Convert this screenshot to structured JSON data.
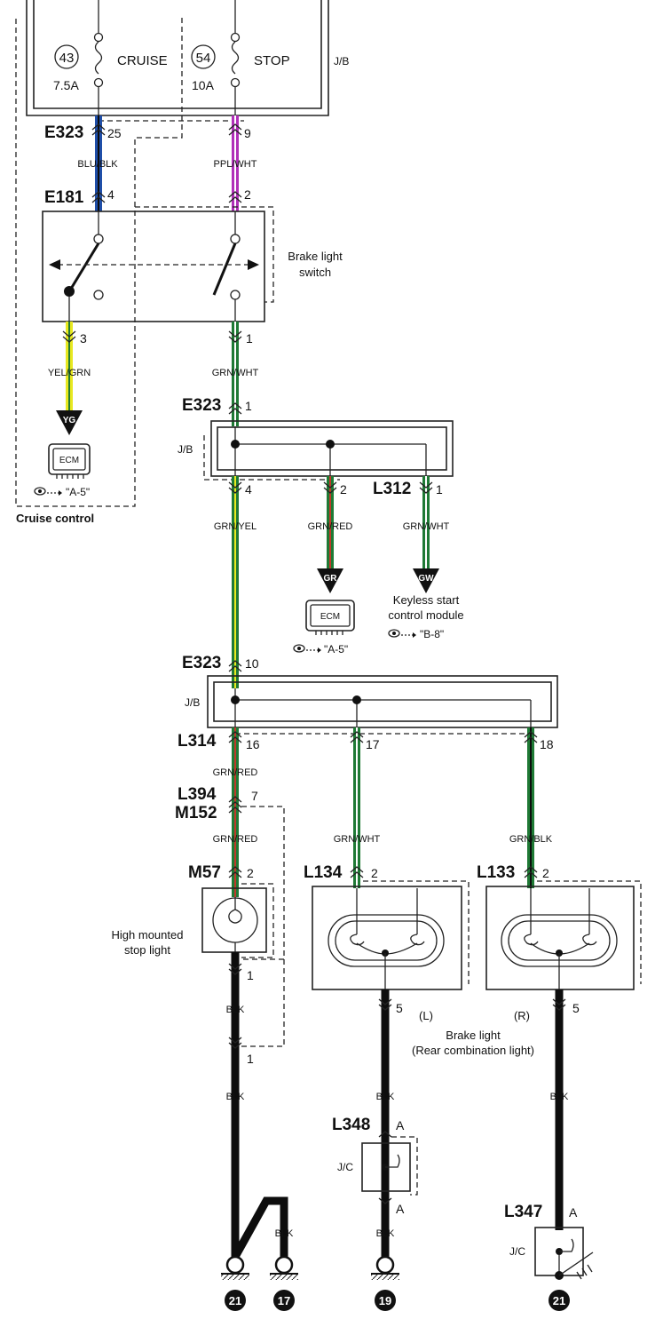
{
  "fuses": [
    {
      "number": "43",
      "name": "CRUISE",
      "rating": "7.5A"
    },
    {
      "number": "54",
      "name": "STOP",
      "rating": "10A"
    }
  ],
  "junction_block_label": "J/B",
  "junction_connector_label": "J/C",
  "connectors": {
    "e323_top": {
      "code": "E323",
      "pins": [
        "25",
        "9"
      ]
    },
    "e181": {
      "code": "E181",
      "pins": [
        "4",
        "2",
        "3",
        "1"
      ]
    },
    "e323_mid": {
      "code": "E323",
      "pin": "1"
    },
    "l312": {
      "code": "L312",
      "pin": "1",
      "pins_left": [
        "4",
        "2"
      ]
    },
    "e323_low": {
      "code": "E323",
      "pin": "10"
    },
    "l314": {
      "code": "L314",
      "pins": [
        "16",
        "17",
        "18"
      ]
    },
    "l394": {
      "code": "L394",
      "pin": "7"
    },
    "m152": {
      "code": "M152"
    },
    "m57": {
      "code": "M57",
      "pins": [
        "2",
        "1"
      ]
    },
    "l134": {
      "code": "L134",
      "pins": [
        "2",
        "5"
      ]
    },
    "l133": {
      "code": "L133",
      "pins": [
        "2",
        "5"
      ]
    },
    "l348": {
      "code": "L348",
      "pins": [
        "A",
        "A"
      ]
    },
    "l347": {
      "code": "L347",
      "pin": "A"
    },
    "ground_splice_pin": "1"
  },
  "wires": {
    "blu_blk": "BLU/BLK",
    "ppl_wht": "PPL/WHT",
    "yel_grn": "YEL/GRN",
    "grn_wht": "GRN/WHT",
    "grn_yel": "GRN/YEL",
    "grn_red": "GRN/RED",
    "grn_blk": "GRN/BLK",
    "blk": "BLK"
  },
  "components": {
    "brake_switch": [
      "Brake light",
      "switch"
    ],
    "cruise_control": "Cruise control",
    "ecm": "ECM",
    "keyless": [
      "Keyless start",
      "control module"
    ],
    "hmsl": [
      "High mounted",
      "stop light"
    ],
    "brake_light": [
      "Brake light",
      "(Rear combination light)"
    ],
    "left": "(L)",
    "right": "(R)"
  },
  "flags": [
    "YG",
    "GR",
    "GW"
  ],
  "refs": [
    "\"A-5\"",
    "\"A-5\"",
    "\"B-8\""
  ],
  "grounds": [
    "21",
    "17",
    "19",
    "21"
  ],
  "colors": {
    "blue": "#1f4ea8",
    "purple": "#b030b8",
    "yellow": "#e8e820",
    "green": "#1f7a35",
    "red_stripe": "#c0392b",
    "black": "#0d0d0d"
  }
}
